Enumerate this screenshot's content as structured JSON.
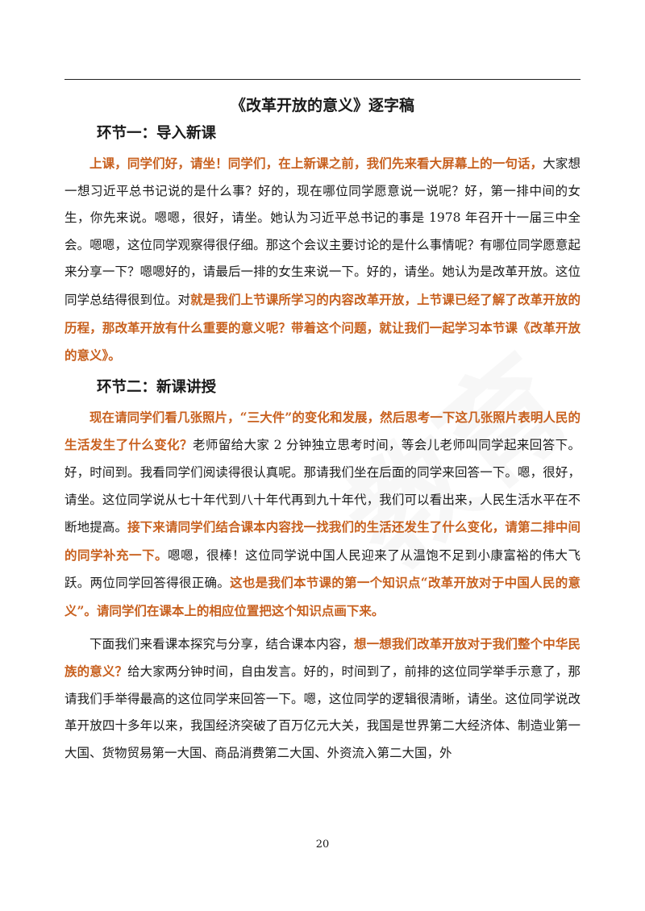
{
  "doc": {
    "title": "《改革开放的意义》逐字稿",
    "page_number": "20",
    "watermark_text": "教育",
    "accent_color": "#c8601e"
  },
  "sections": [
    {
      "heading": "环节一：导入新课",
      "paragraphs": [
        [
          {
            "text": "上课，同学们好，请坐！同学们，在上新课之前，我们先来看大屏幕上的一句话，",
            "hl": true
          },
          {
            "text": "大家想一想习近平总书记说的是什么事？好的，现在哪位同学愿意说一说呢？好，第一排中间的女生，你先来说。嗯嗯，很好，请坐。她认为习近平总书记的事是 1978 年召开十一届三中全会。嗯嗯，这位同学观察得很仔细。那这个会议主要讨论的是什么事情呢？有哪位同学愿意起来分享一下？嗯嗯好的，请最后一排的女生来说一下。好的，请坐。她认为是改革开放。这位同学总结得很到位。对",
            "hl": false
          },
          {
            "text": "就是我们上节课所学习的内容改革开放，上节课已经了解了改革开放的历程，那改革开放有什么重要的意义呢？带着这个问题，就让我们一起学习本节课《改革开放的意义》。",
            "hl": true
          }
        ]
      ]
    },
    {
      "heading": "环节二：新课讲授",
      "paragraphs": [
        [
          {
            "text": "现在请同学们看几张照片，“三大件”的变化和发展，然后思考一下这几张照片表明人民的生活发生了什么变化？",
            "hl": true
          },
          {
            "text": "老师留给大家 2 分钟独立思考时间，等会儿老师叫同学起来回答下。好，时间到。我看同学们阅读得很认真呢。那请我们坐在后面的同学来回答一下。嗯，很好，请坐。这位同学说从七十年代到八十年代再到九十年代，我们可以看出来，人民生活水平在不断地提高。",
            "hl": false
          },
          {
            "text": "接下来请同学们结合课本内容找一找我们的生活还发生了什么变化，请第二排中间的同学补充一下。",
            "hl": true
          },
          {
            "text": "嗯嗯，很棒！这位同学说中国人民迎来了从温饱不足到小康富裕的伟大飞跃。两位同学回答得很正确。",
            "hl": false
          },
          {
            "text": "这也是我们本节课的第一个知识点“改革开放对于中国人民的意义”。请同学们在课本上的相应位置把这个知识点画下来。",
            "hl": true
          }
        ],
        [
          {
            "text": "下面我们来看课本探究与分享，结合课本内容，",
            "hl": false
          },
          {
            "text": "想一想我们改革开放对于我们整个中华民族的意义？",
            "hl": true
          },
          {
            "text": "给大家两分钟时间，自由发言。好的，时间到了，前排的这位同学举手示意了，那请我们手举得最高的这位同学来回答一下。嗯，这位同学的逻辑很清晰，请坐。这位同学说改革开放四十多年以来，我国经济突破了百万亿元大关，我国是世界第二大经济体、制造业第一大国、货物贸易第一大国、商品消费第二大国、外资流入第二大国，外",
            "hl": false
          }
        ]
      ]
    }
  ]
}
